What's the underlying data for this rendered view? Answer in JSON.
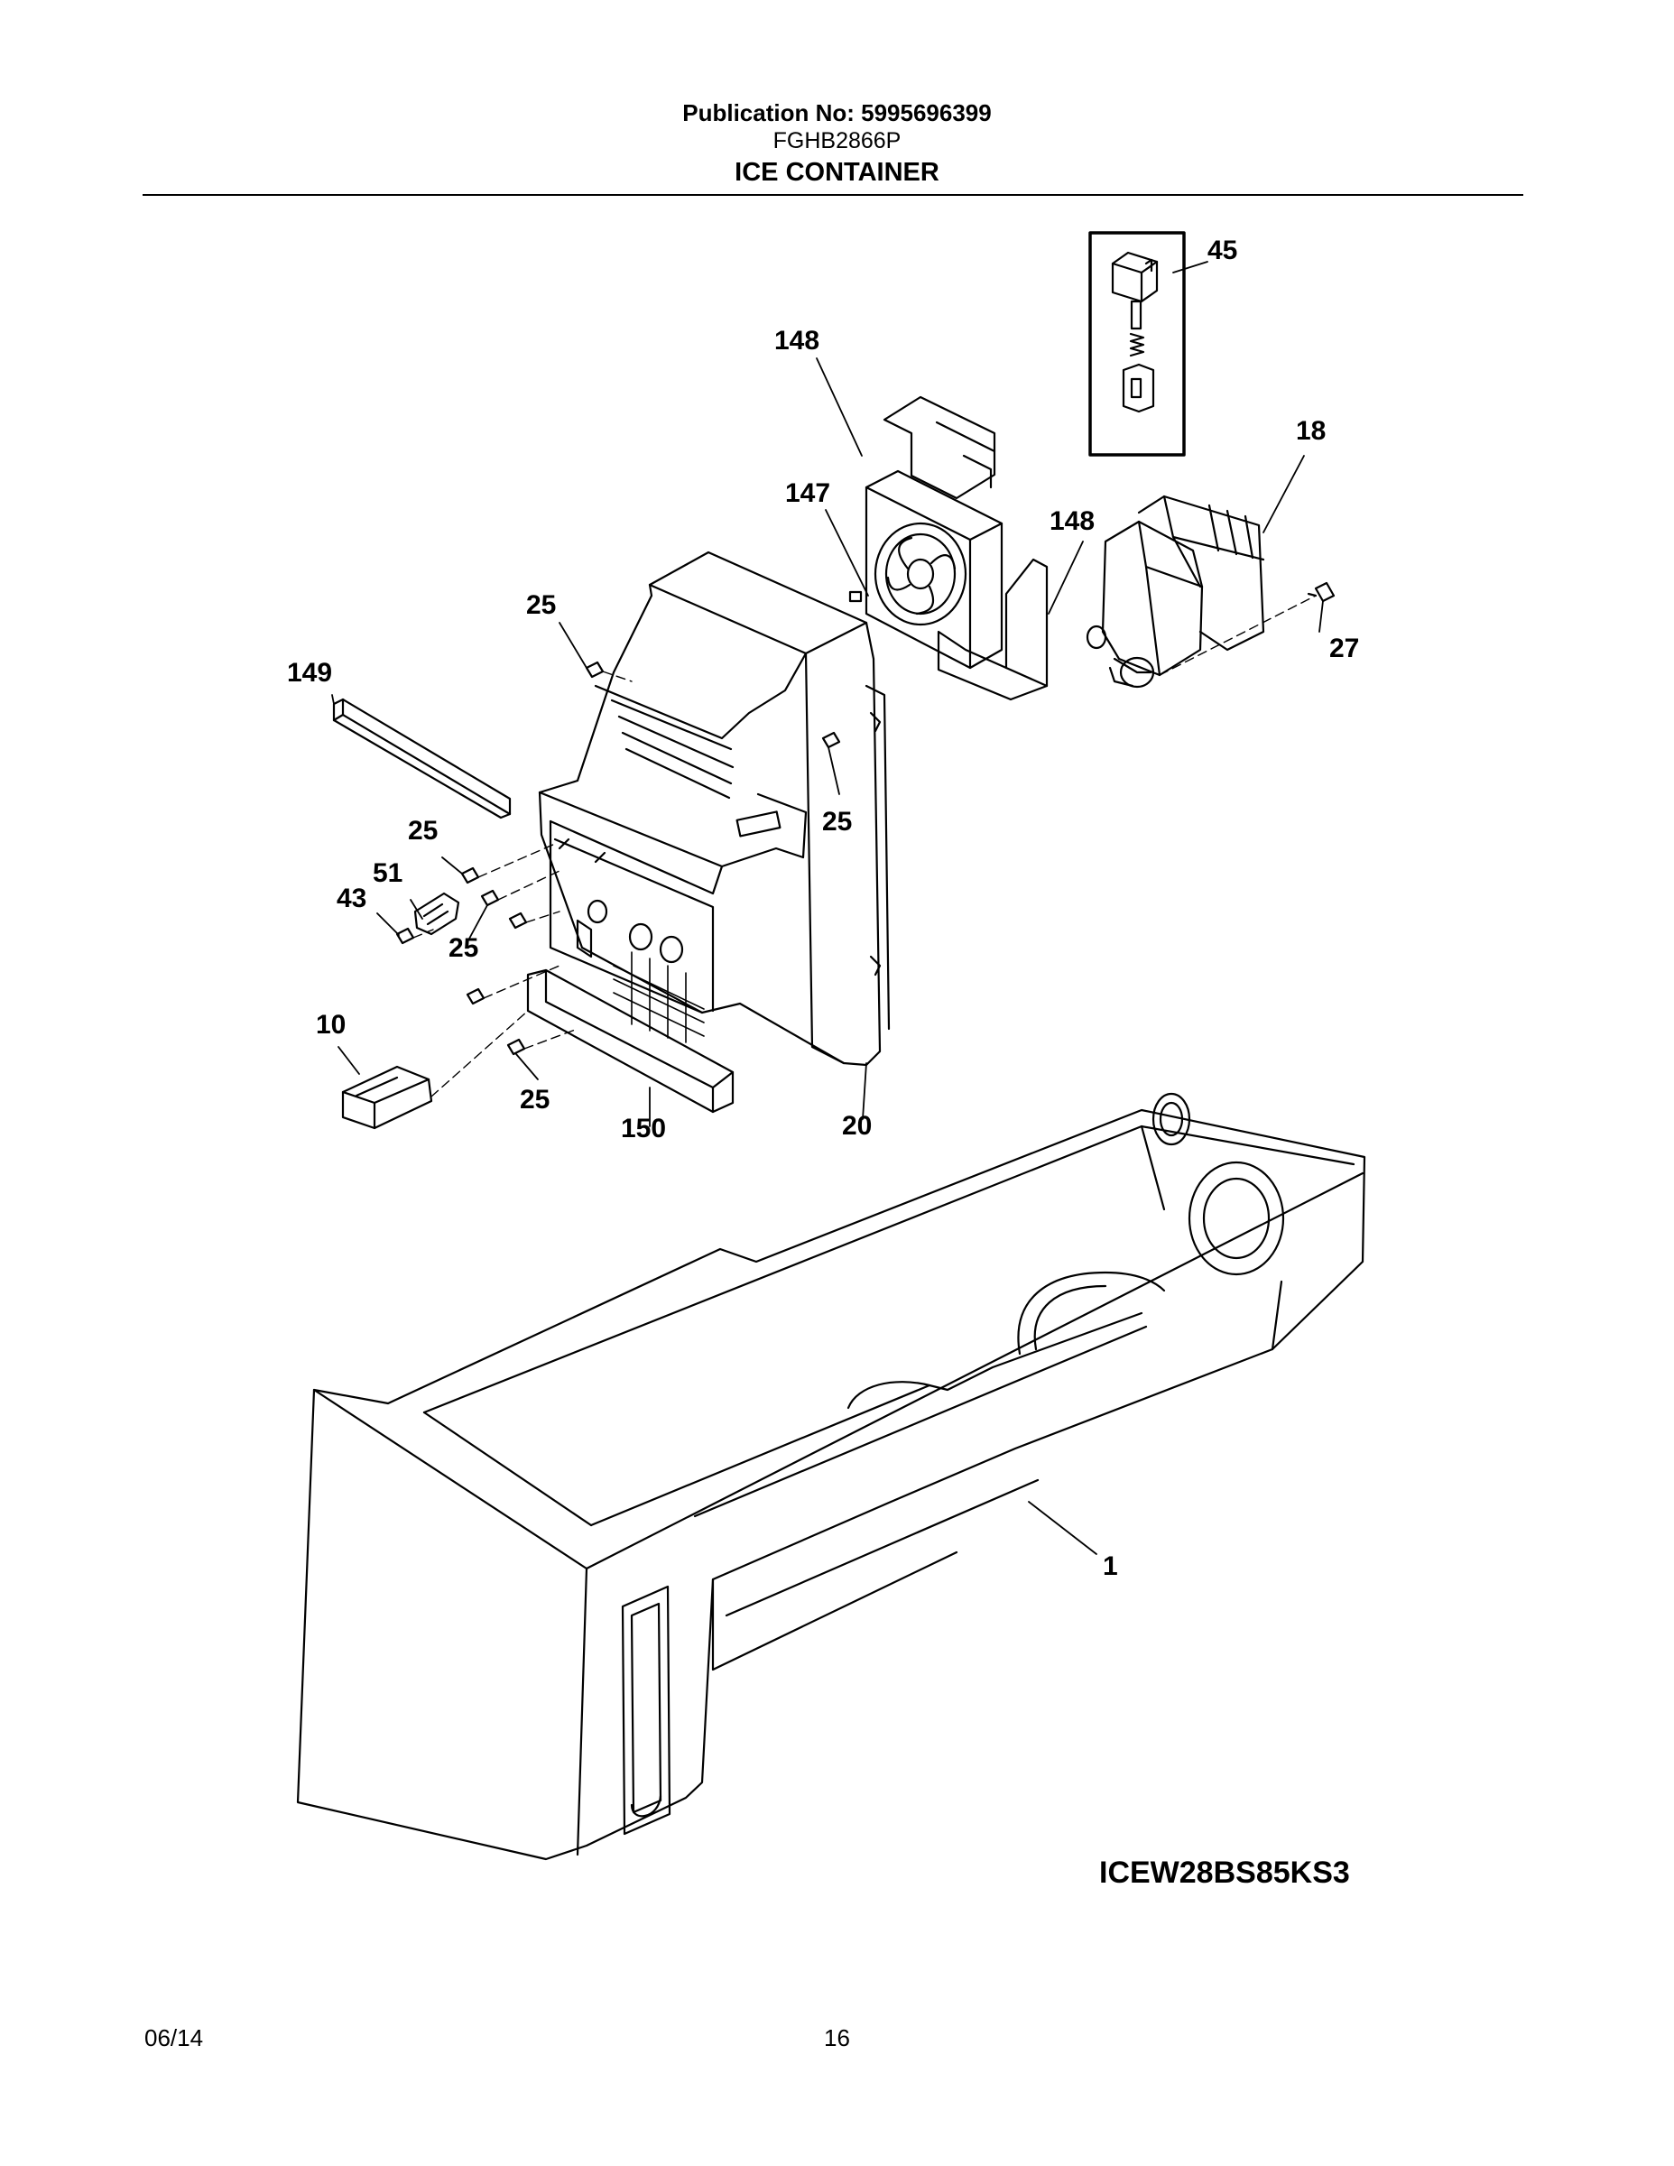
{
  "header": {
    "publication": "Publication No: 5995696399",
    "model": "FGHB2866P",
    "title": "ICE CONTAINER"
  },
  "callouts": {
    "c45": "45",
    "c148a": "148",
    "c18": "18",
    "c147": "147",
    "c148b": "148",
    "c25a": "25",
    "c27": "27",
    "c149": "149",
    "c25b": "25",
    "c25c": "25",
    "c51": "51",
    "c43": "43",
    "c25d": "25",
    "c10": "10",
    "c25e": "25",
    "c150": "150",
    "c20": "20",
    "c1": "1"
  },
  "drawing_code": "ICEW28BS85KS3",
  "footer": {
    "date": "06/14",
    "page": "16"
  }
}
